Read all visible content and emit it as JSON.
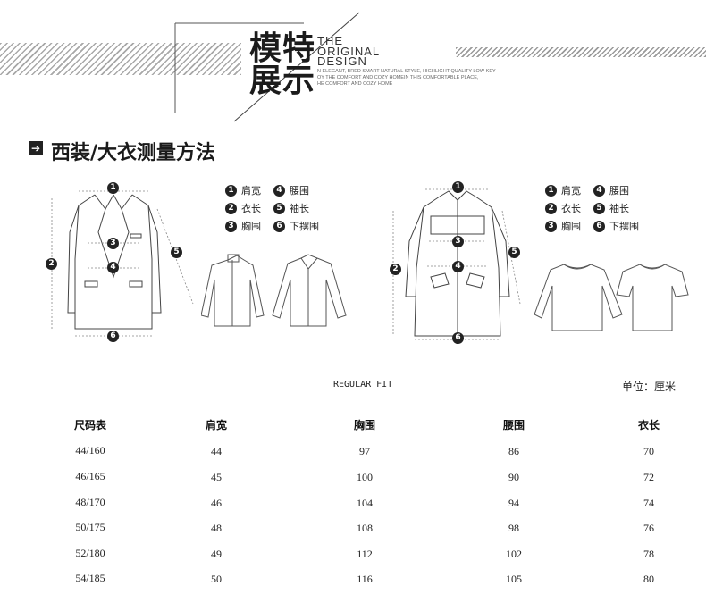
{
  "header": {
    "title_line1": "模特",
    "title_line2": "展示",
    "en_line1": "THE",
    "en_line2": "ORIGINAL",
    "en_line3": "DESIGN",
    "tagline1": "N ELEGANT, BRED SMART NATURAL STYLE, HIGHLIGHT QUALITY LOW-KEY",
    "tagline2": "OY THE COMFORT AND COZY HOMEIN THIS COMFORTABLE PLACE,",
    "tagline3": "HE COMFORT AND COZY HOME"
  },
  "section": {
    "icon": "arrow-right-icon",
    "arrow": "➔",
    "title": "西装/大衣测量方法"
  },
  "legend": {
    "items": [
      {
        "num": "1",
        "label": "肩宽"
      },
      {
        "num": "4",
        "label": "腰围"
      },
      {
        "num": "2",
        "label": "衣长"
      },
      {
        "num": "5",
        "label": "袖长"
      },
      {
        "num": "3",
        "label": "胸围"
      },
      {
        "num": "6",
        "label": "下摆围"
      }
    ]
  },
  "diagram_markers": [
    "1",
    "2",
    "3",
    "4",
    "5",
    "6"
  ],
  "table": {
    "fit_label": "REGULAR FIT",
    "unit_label": "单位：厘米",
    "headers": [
      "尺码表",
      "肩宽",
      "胸围",
      "腰围",
      "衣长"
    ],
    "rows": [
      [
        "44/160",
        "44",
        "97",
        "86",
        "70"
      ],
      [
        "46/165",
        "45",
        "100",
        "90",
        "72"
      ],
      [
        "48/170",
        "46",
        "104",
        "94",
        "74"
      ],
      [
        "50/175",
        "48",
        "108",
        "98",
        "76"
      ],
      [
        "52/180",
        "49",
        "112",
        "102",
        "78"
      ],
      [
        "54/185",
        "50",
        "116",
        "105",
        "80"
      ]
    ]
  },
  "colors": {
    "ink": "#222222",
    "hatch": "#9a9a9a",
    "divider": "#cfcfcf"
  }
}
